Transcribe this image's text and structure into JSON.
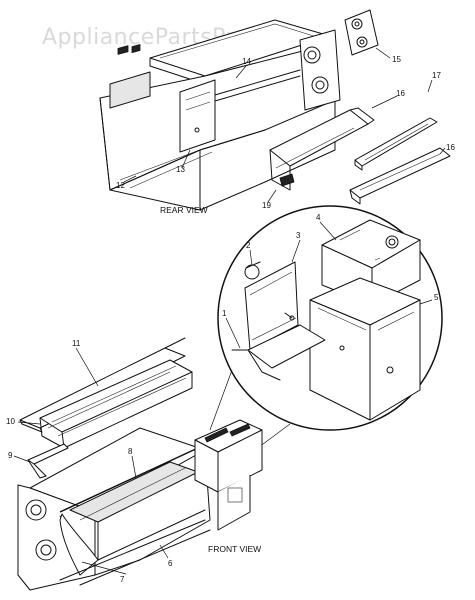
{
  "watermark": "AppliancePartsPros.com",
  "views": {
    "rear": "REAR VIEW",
    "front": "FRONT VIEW"
  },
  "callouts": {
    "c1": "1",
    "c2": "2",
    "c3": "3",
    "c4": "4",
    "c5": "5",
    "c6": "6",
    "c7": "7",
    "c8": "8",
    "c9": "9",
    "c10": "10",
    "c11": "11",
    "c12": "12",
    "c13": "13",
    "c14": "14",
    "c15": "15",
    "c16a": "16",
    "c16b": "16",
    "c17": "17",
    "c19": "19"
  }
}
